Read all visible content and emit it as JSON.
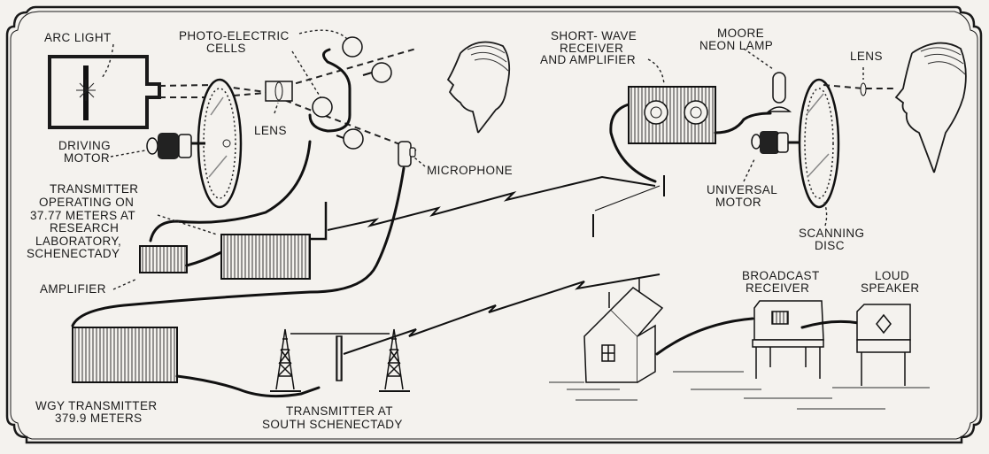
{
  "diagram": {
    "title": "Television broadcasting system: transmitter and receiver",
    "labels": {
      "arc_light": [
        "ARC LIGHT"
      ],
      "photo_electric_cells": [
        "PHOTO-ELECTRIC",
        "CELLS"
      ],
      "lens_transmit": [
        "LENS"
      ],
      "driving_motor": [
        "DRIVING",
        "MOTOR"
      ],
      "microphone": [
        "MICROPHONE"
      ],
      "transmitter_research": [
        "TRANSMITTER",
        "OPERATING  ON",
        "37.77  METERS  AT",
        "RESEARCH",
        "LABORATORY,",
        "SCHENECTADY"
      ],
      "amplifier": [
        "AMPLIFIER"
      ],
      "wgy_transmitter": [
        "WGY  TRANSMITTER",
        "379.9  METERS"
      ],
      "transmitter_south": [
        "TRANSMITTER  AT",
        "SOUTH  SCHENECTADY"
      ],
      "short_wave_receiver": [
        "SHORT- WAVE",
        "RECEIVER",
        "AND  AMPLIFIER"
      ],
      "neon_lamp": [
        "MOORE",
        "NEON  LAMP"
      ],
      "lens_receive": [
        "LENS"
      ],
      "universal_motor": [
        "UNIVERSAL",
        "MOTOR"
      ],
      "scanning_disc": [
        "SCANNING",
        "DISC"
      ],
      "broadcast_receiver": [
        "BROADCAST",
        "RECEIVER"
      ],
      "loud_speaker": [
        "LOUD",
        "SPEAKER"
      ]
    },
    "colors": {
      "ink": "#1a1a1a",
      "paper": "#f4f2ee"
    }
  }
}
